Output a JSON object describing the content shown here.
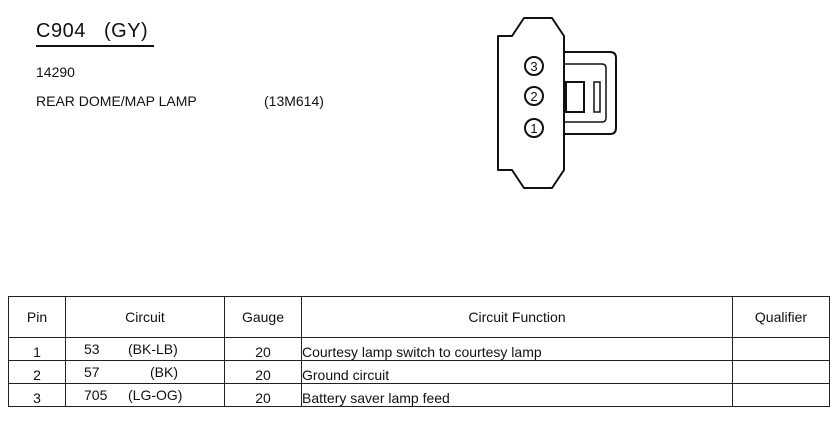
{
  "header": {
    "connector_id": "C904",
    "connector_color": "(GY)",
    "part_number": "14290",
    "component_name": "REAR DOME/MAP LAMP",
    "component_code": "(13M614)"
  },
  "connector_diagram": {
    "pin_labels": [
      "3",
      "2",
      "1"
    ]
  },
  "table": {
    "headers": {
      "pin": "Pin",
      "circuit": "Circuit",
      "gauge": "Gauge",
      "function": "Circuit Function",
      "qualifier": "Qualifier"
    },
    "rows": [
      {
        "pin": "1",
        "circuit_number": "53",
        "circuit_color": "(BK-LB)",
        "gauge": "20",
        "function": "Courtesy lamp switch to courtesy lamp",
        "qualifier": ""
      },
      {
        "pin": "2",
        "circuit_number": "57",
        "circuit_color": "(BK)",
        "gauge": "20",
        "function": "Ground circuit",
        "qualifier": ""
      },
      {
        "pin": "3",
        "circuit_number": "705",
        "circuit_color": "(LG-OG)",
        "gauge": "20",
        "function": "Battery saver lamp feed",
        "qualifier": ""
      }
    ]
  }
}
